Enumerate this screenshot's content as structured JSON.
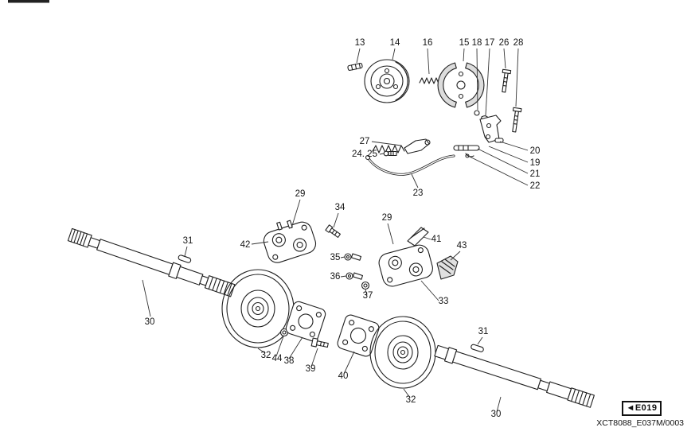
{
  "figure": {
    "ref_code": "XCT8088_E037M/0003",
    "nav_label": "◄E019"
  },
  "callouts": [
    {
      "part": "13"
    },
    {
      "part": "14"
    },
    {
      "part": "16"
    },
    {
      "part": "15"
    },
    {
      "part": "18"
    },
    {
      "part": "17"
    },
    {
      "part": "26"
    },
    {
      "part": "28"
    },
    {
      "part": "27"
    },
    {
      "part": "24. 25"
    },
    {
      "part": "23"
    },
    {
      "part": "20"
    },
    {
      "part": "19"
    },
    {
      "part": "21"
    },
    {
      "part": "22"
    },
    {
      "part": "29"
    },
    {
      "part": "34"
    },
    {
      "part": "42"
    },
    {
      "part": "35"
    },
    {
      "part": "36"
    },
    {
      "part": "37"
    },
    {
      "part": "31"
    },
    {
      "part": "30"
    },
    {
      "part": "29"
    },
    {
      "part": "41"
    },
    {
      "part": "43"
    },
    {
      "part": "33"
    },
    {
      "part": "32"
    },
    {
      "part": "44"
    },
    {
      "part": "38"
    },
    {
      "part": "39"
    },
    {
      "part": "40"
    },
    {
      "part": "31"
    },
    {
      "part": "32"
    },
    {
      "part": "30"
    }
  ]
}
